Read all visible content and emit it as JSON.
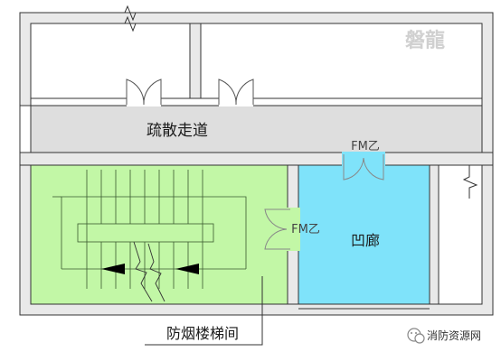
{
  "labels": {
    "corridor": "疏散走道",
    "door_top": "FM乙",
    "door_stair": "FM乙",
    "alcove": "凹廊",
    "stair": "防烟楼梯间"
  },
  "watermark": {
    "text": "磐龍",
    "channel": "消防资源网"
  },
  "colors": {
    "stair_fill": "#c2f7a6",
    "alcove_fill": "#7fe3fa",
    "corridor_fill": "#dedede",
    "wall_frame": "#e9e9e9",
    "line": "#000000",
    "stair_line": "#3a5a30",
    "watermark": "#d0d0d0"
  },
  "icons": {
    "channel_logo": "wechat-icon",
    "arrow": "triangle-arrow-icon"
  }
}
